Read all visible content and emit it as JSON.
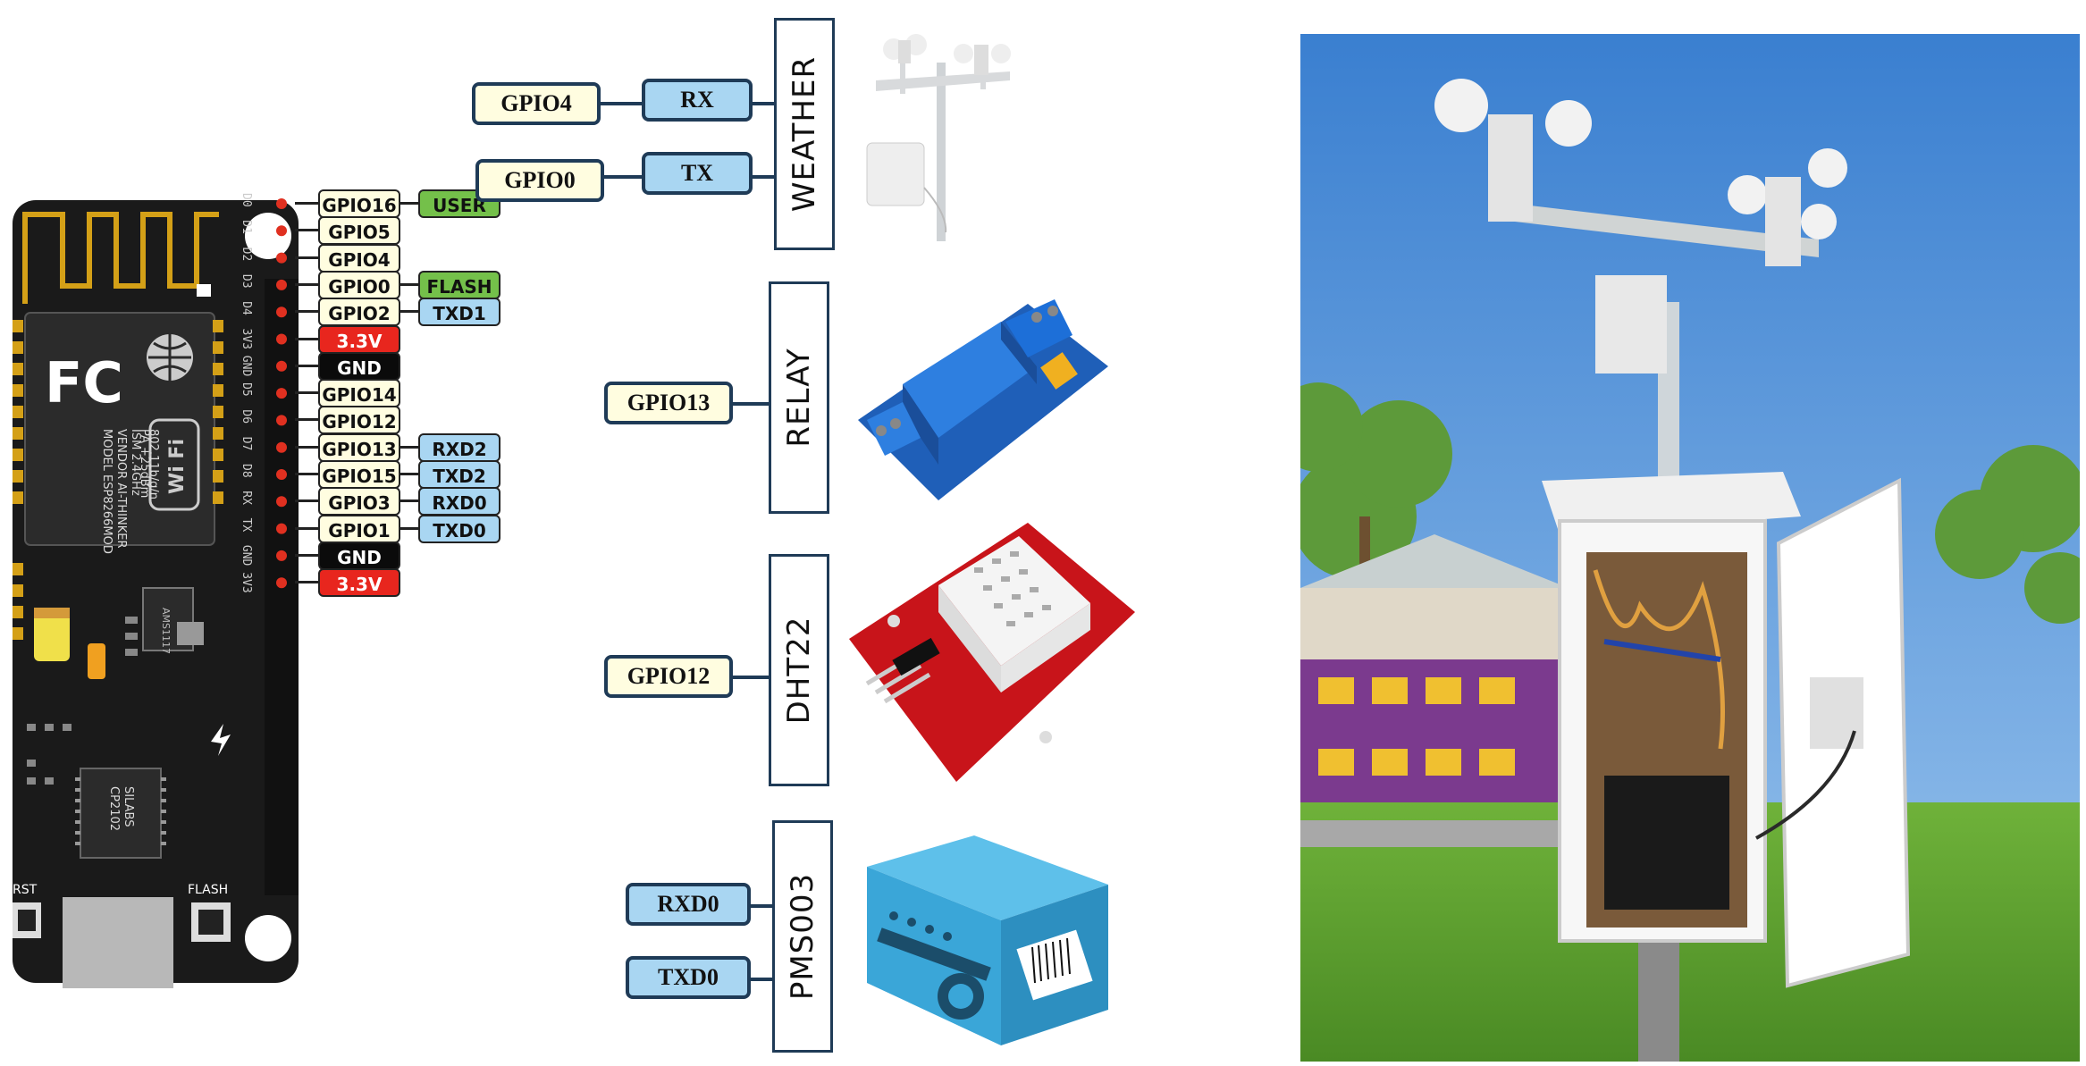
{
  "board": {
    "pins": [
      {
        "label": "GPIO16",
        "style": "gpio",
        "alt": "USER",
        "alt_style": "green"
      },
      {
        "label": "GPIO5",
        "style": "gpio",
        "alt": "",
        "alt_style": ""
      },
      {
        "label": "GPIO4",
        "style": "gpio",
        "alt": "",
        "alt_style": ""
      },
      {
        "label": "GPIO0",
        "style": "gpio",
        "alt": "FLASH",
        "alt_style": "green"
      },
      {
        "label": "GPIO2",
        "style": "gpio",
        "alt": "TXD1",
        "alt_style": "blue"
      },
      {
        "label": "3.3V",
        "style": "red",
        "alt": "",
        "alt_style": ""
      },
      {
        "label": "GND",
        "style": "black",
        "alt": "",
        "alt_style": ""
      },
      {
        "label": "GPIO14",
        "style": "gpio",
        "alt": "",
        "alt_style": ""
      },
      {
        "label": "GPIO12",
        "style": "gpio",
        "alt": "",
        "alt_style": ""
      },
      {
        "label": "GPIO13",
        "style": "gpio",
        "alt": "RXD2",
        "alt_style": "blue"
      },
      {
        "label": "GPIO15",
        "style": "gpio",
        "alt": "TXD2",
        "alt_style": "blue"
      },
      {
        "label": "GPIO3",
        "style": "gpio",
        "alt": "RXD0",
        "alt_style": "blue"
      },
      {
        "label": "GPIO1",
        "style": "gpio",
        "alt": "TXD0",
        "alt_style": "blue"
      },
      {
        "label": "GND",
        "style": "black",
        "alt": "",
        "alt_style": ""
      },
      {
        "label": "3.3V",
        "style": "red",
        "alt": "",
        "alt_style": ""
      }
    ],
    "pin_names": [
      "D0",
      "D1",
      "D2",
      "D3",
      "D4",
      "3V3",
      "GND",
      "D5",
      "D6",
      "D7",
      "D8",
      "RX",
      "TX",
      "GND",
      "3V3"
    ],
    "module_text": [
      "MODEL",
      "VENDOR",
      "ISM",
      "PA",
      "802.11b/g/n"
    ],
    "module_values": [
      "ESP8266MOD",
      "AI-THINKER",
      "2.4GHz",
      "+25dBm",
      ""
    ],
    "chip_text": [
      "SILABS",
      "CP2102"
    ],
    "vreg_text": "AMS1117",
    "fcc_text": "FC",
    "wifi_text": "Wi Fi",
    "rst_text": "RST",
    "flash_text": "FLASH"
  },
  "devices": {
    "weather": {
      "name": "WEATHER",
      "pins": [
        {
          "gpio": "GPIO4",
          "signal": "RX"
        },
        {
          "gpio": "GPIO0",
          "signal": "TX"
        }
      ]
    },
    "relay": {
      "name": "RELAY",
      "gpio": "GPIO13"
    },
    "dht22": {
      "name": "DHT22",
      "gpio": "GPIO12"
    },
    "pms003": {
      "name": "PMS003",
      "pins": [
        "RXD0",
        "TXD0"
      ]
    }
  },
  "colors": {
    "board": "#1a1a1a",
    "antenna": "#d4a017",
    "gpio_fill": "#fffde0",
    "signal_fill": "#a9d6f2",
    "user_fill": "#74c04a",
    "power_fill": "#e8261e",
    "gnd_fill": "#0b0b0b",
    "connector": "#1f3b57",
    "relay_board": "#1f5fb8",
    "dht_board": "#c8141a",
    "pms_body": "#3aa6d8",
    "sky": "#4d8fd6",
    "grass": "#5aa030"
  }
}
